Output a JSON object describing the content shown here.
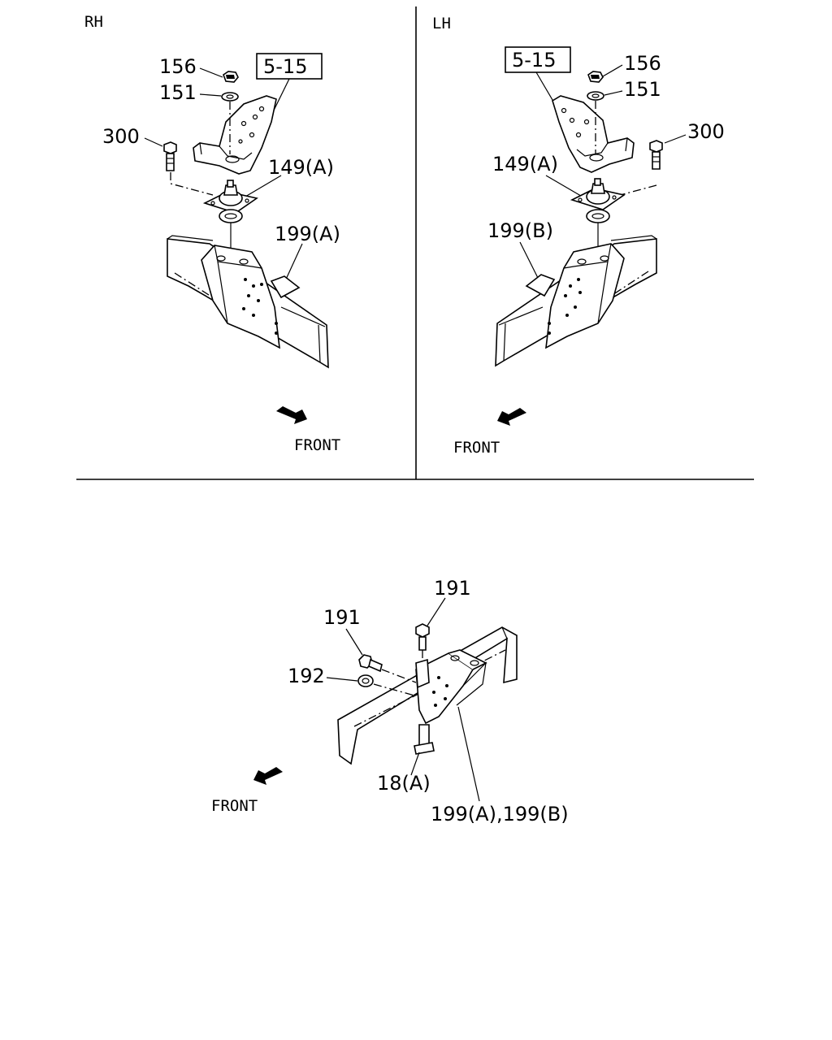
{
  "panels": {
    "rh": {
      "side_label": "RH",
      "ref_box": "5-15",
      "labels": {
        "nut": "156",
        "washer": "151",
        "bolt": "300",
        "mount": "149(A)",
        "bracket": "199(A)"
      },
      "front": "FRONT"
    },
    "lh": {
      "side_label": "LH",
      "ref_box": "5-15",
      "labels": {
        "nut": "156",
        "washer": "151",
        "bolt": "300",
        "mount": "149(A)",
        "bracket": "199(B)"
      },
      "front": "FRONT"
    },
    "bottom": {
      "labels": {
        "bolt_top": "191",
        "bolt_side": "191",
        "nut": "192",
        "plate": "18(A)",
        "bracket": "199(A),199(B)"
      },
      "front": "FRONT"
    }
  }
}
